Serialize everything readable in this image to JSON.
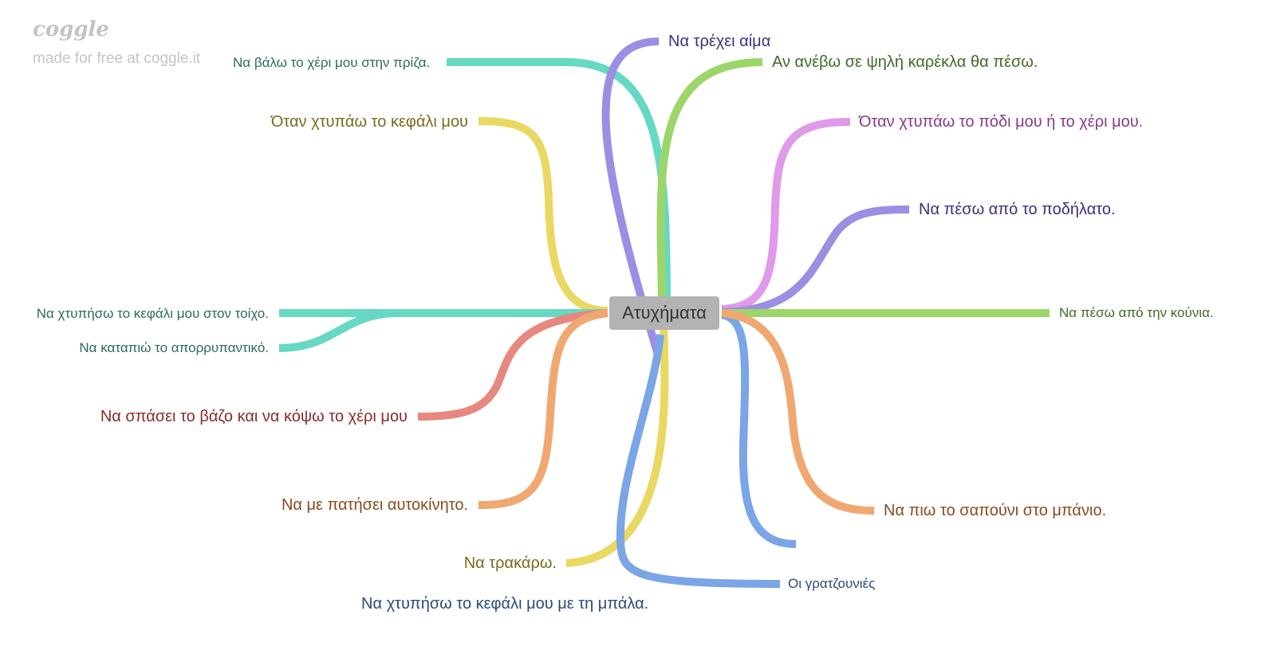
{
  "brand": {
    "logo": "coggle",
    "tagline": "made for free at coggle.it"
  },
  "center": {
    "label": "Ατυχήματα",
    "color": "#b3b3b3"
  },
  "branches": [
    {
      "label": "Να τρέχει αίμα",
      "color": "#9b8fe3",
      "text_color": "#3b2f80"
    },
    {
      "label": "Να βάλω το χέρι μου στην πρίζα.",
      "color": "#66d8c3",
      "text_color": "#2a6b5d"
    },
    {
      "label": "Αν ανέβω σε ψηλή καρέκλα θα πέσω.",
      "color": "#9cd66a",
      "text_color": "#3f6b28"
    },
    {
      "label": "Όταν χτυπάω το κεφάλι μου",
      "color": "#e9d862",
      "text_color": "#7a6a1e"
    },
    {
      "label": "Όταν χτυπάω το πόδι μου ή το χέρι μου.",
      "color": "#e09aea",
      "text_color": "#8a3a8c"
    },
    {
      "label": "Να πέσω από το ποδήλατο.",
      "color": "#9b8fe3",
      "text_color": "#3b2f80"
    },
    {
      "label": "Να πέσω από την κούνια.",
      "color": "#9cd66a",
      "text_color": "#3f6b28"
    },
    {
      "label": "Να χτυπήσω το κεφάλι μου στον τοίχο.",
      "color": "#66d8c3",
      "text_color": "#2a6b5d"
    },
    {
      "label": "Να καταπιώ το απορρυπαντικό.",
      "color": "#66d8c3",
      "text_color": "#2a6b5d"
    },
    {
      "label": "Να σπάσει το βάζο και να κόψω το χέρι μου",
      "color": "#e6887f",
      "text_color": "#8a2a2a"
    },
    {
      "label": "Να με πατήσει αυτοκίνητο.",
      "color": "#f0a870",
      "text_color": "#8a4a1e"
    },
    {
      "label": "Να τρακάρω.",
      "color": "#e9d862",
      "text_color": "#7a6a1e"
    },
    {
      "label": "Οι γρατζουνιές",
      "color": "#7aa5e6",
      "text_color": "#2a4a7a"
    },
    {
      "label": "Να χτυπήσω το κεφάλι μου με τη μπάλα.",
      "color": "#7aa5e6",
      "text_color": "#2a4a7a"
    },
    {
      "label": "Να πιω το σαπούνι στο μπάνιο.",
      "color": "#f0a870",
      "text_color": "#8a4a1e"
    }
  ]
}
